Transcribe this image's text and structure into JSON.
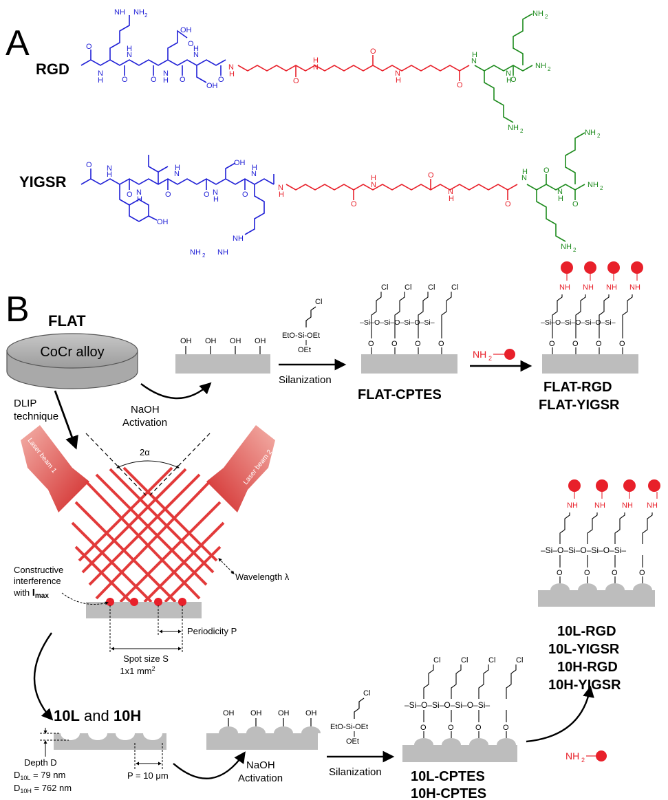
{
  "panels": {
    "a": "A",
    "b": "B"
  },
  "peptides": {
    "rgd": "RGD",
    "yigsr": "YIGSR"
  },
  "chem": {
    "nh2": "NH",
    "sub2": "2",
    "oh": "OH",
    "cooh": "OH",
    "n": "N",
    "h": "H",
    "o": "O",
    "nh": "NH",
    "cl": "Cl",
    "si": "Si",
    "silane_top": "EtO-Si-OEt",
    "silane_bottom": "OEt",
    "amine": "NH",
    "chain_si": "–Si–O–Si–O–Si–O–Si–"
  },
  "flat": {
    "title": "FLAT",
    "disk_label": "CoCr alloy"
  },
  "steps": {
    "naoh": "NaOH",
    "activation": "Activation",
    "silanization": "Silanization",
    "dlip1": "DLIP",
    "dlip2": "technique"
  },
  "products": {
    "flat_cptes": "FLAT-CPTES",
    "flat_rgd": "FLAT-RGD",
    "flat_yigsr": "FLAT-YIGSR",
    "l10_rgd": "10L-RGD",
    "l10_yigsr": "10L-YIGSR",
    "h10_rgd": "10H-RGD",
    "h10_yigsr": "10H-YIGSR",
    "l10_cptes": "10L-CPTES",
    "h10_cptes": "10H-CPTES"
  },
  "laser": {
    "beam1": "Laser beam 1",
    "beam2": "Laser beam 2",
    "angle": "2α",
    "wavelength": "Wavelength λ",
    "ci1": "Constructive",
    "ci2": "interference",
    "ci3": "with ",
    "imax": "I",
    "imax_sub": "max",
    "periodicity": "Periodicity P",
    "spot": "Spot size S",
    "spot_dim": "1x1 mm",
    "spot_sup": "2"
  },
  "textured": {
    "title_a": "10L",
    "title_and": " and ",
    "title_b": "10H",
    "depth": "Depth D",
    "d10l": "D",
    "d10l_sub": "10L",
    "d10l_val": " = 79 nm",
    "d10h": "D",
    "d10h_sub": "10H",
    "d10h_val": " = 762 nm",
    "period": "P = 10 μm"
  },
  "colors": {
    "blue": "#1f1fd6",
    "red": "#e8202a",
    "green": "#1c8a1c",
    "gray": "#bdbdbd",
    "beam": "#e23a3a"
  }
}
